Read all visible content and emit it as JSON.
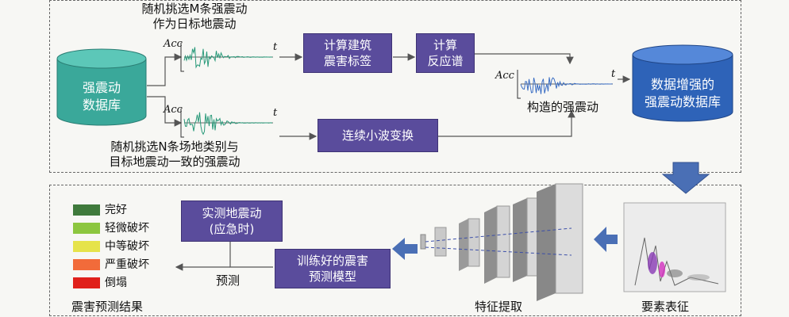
{
  "top": {
    "db_label": "强震动\n数据库",
    "select_m": "随机挑选M条强震动\n作为日标地震动",
    "select_n": "随机挑选N条场地类别与\n目标地震动一致的强震动",
    "calc_damage": "计算建筑\n震害标签",
    "calc_spectrum": "计算\n反应谱",
    "wavelet": "连续小波变换",
    "constructed": "构造的强震动",
    "augmented_db": "数据增强的\n强震动数据库",
    "axis_acc": "Acc",
    "axis_t": "t"
  },
  "bottom": {
    "measured": "实测地震动\n(应急时)",
    "trained_model": "训练好的震害\n预测模型",
    "predict": "预测",
    "result_title": "震害预测结果",
    "feature_extract": "特征提取",
    "element_repr": "要素表征",
    "legend": [
      {
        "label": "完好",
        "color": "#3f7a3c"
      },
      {
        "label": "轻微破坏",
        "color": "#8cc63f"
      },
      {
        "label": "中等破坏",
        "color": "#e6e34a"
      },
      {
        "label": "严重破坏",
        "color": "#f26b3a"
      },
      {
        "label": "倒塌",
        "color": "#e0201b"
      }
    ]
  },
  "colors": {
    "box": "#5a4c9c",
    "cylinder": "#3aa89a",
    "cylinder_blue": "#2e63b8",
    "wave": "#2a9a7a",
    "wave_blue": "#3c6fc4",
    "arrow": "#4a6fb5"
  }
}
